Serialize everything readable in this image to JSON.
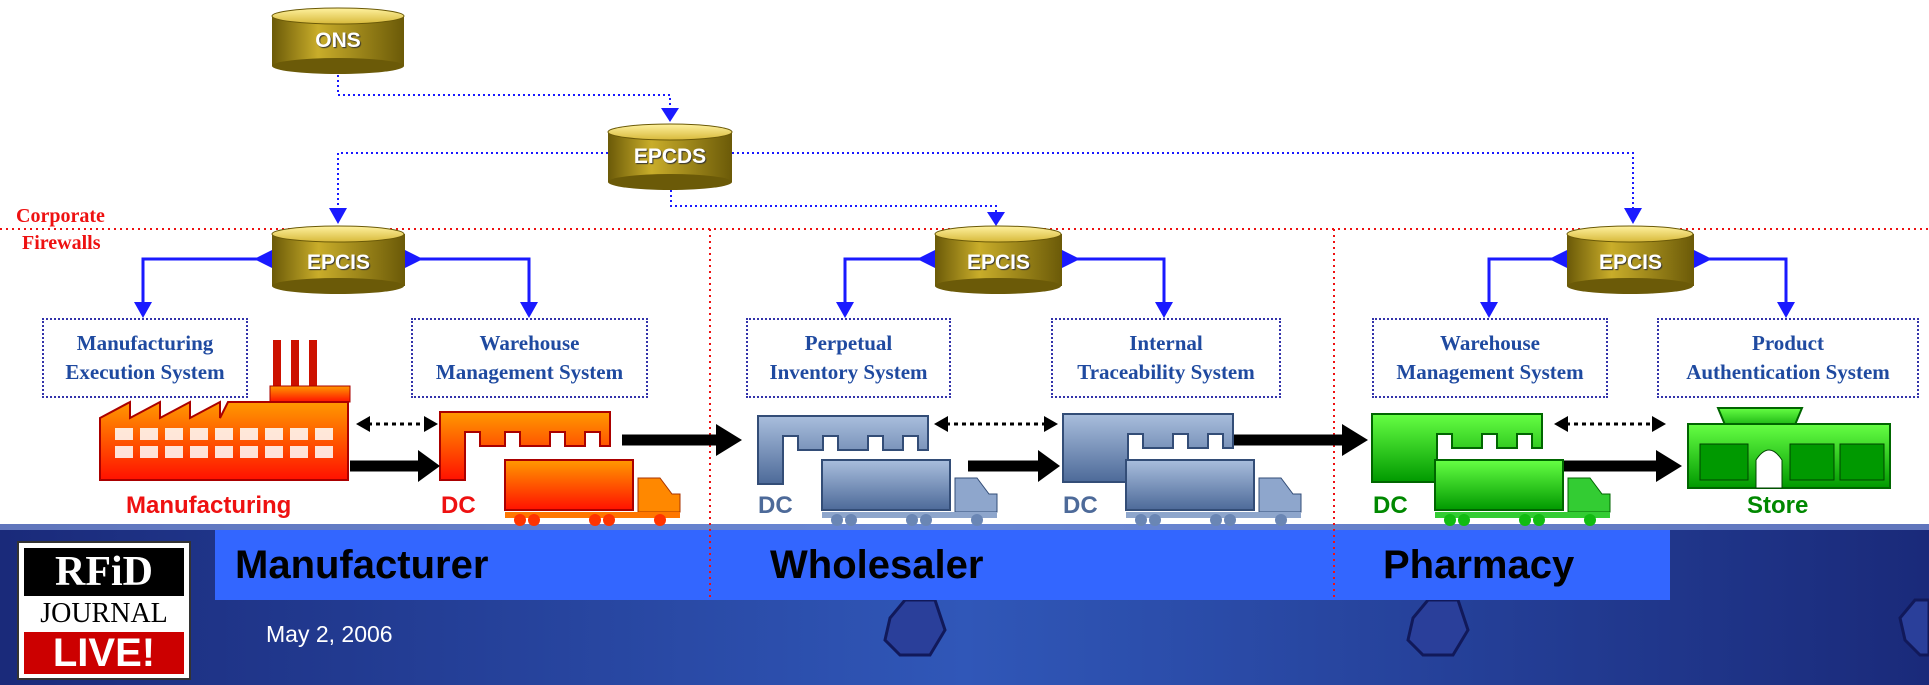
{
  "databases": {
    "ons": "ONS",
    "epcds": "EPCDS",
    "epcis_1": "EPCIS",
    "epcis_2": "EPCIS",
    "epcis_3": "EPCIS"
  },
  "firewall": {
    "line1": "Corporate",
    "line2": "Firewalls"
  },
  "systems": {
    "mes": {
      "line1": "Manufacturing",
      "line2": "Execution System"
    },
    "wms_1": {
      "line1": "Warehouse",
      "line2": "Management System"
    },
    "pis": {
      "line1": "Perpetual",
      "line2": "Inventory System"
    },
    "its": {
      "line1": "Internal",
      "line2": "Traceability System"
    },
    "wms_2": {
      "line1": "Warehouse",
      "line2": "Management System"
    },
    "pas": {
      "line1": "Product",
      "line2": "Authentication System"
    }
  },
  "captions": {
    "manufacturing": "Manufacturing",
    "dc_1": "DC",
    "dc_2": "DC",
    "dc_3": "DC",
    "dc_4": "DC",
    "store": "Store"
  },
  "band": {
    "manufacturer": "Manufacturer",
    "wholesaler": "Wholesaler",
    "pharmacy": "Pharmacy"
  },
  "footer": {
    "date": "May 2, 2006",
    "logo_line1": "RFiD",
    "logo_line2": "JOURNAL",
    "logo_line3": "LIVE!"
  },
  "colors": {
    "manufacturer": "#ff3300",
    "wholesaler": "#6a86b4",
    "pharmacy": "#11bb11",
    "band": "#3366ff",
    "firewall": "#ee1111",
    "db_gold": "#a08a1a",
    "connector": "#1a1aff"
  }
}
